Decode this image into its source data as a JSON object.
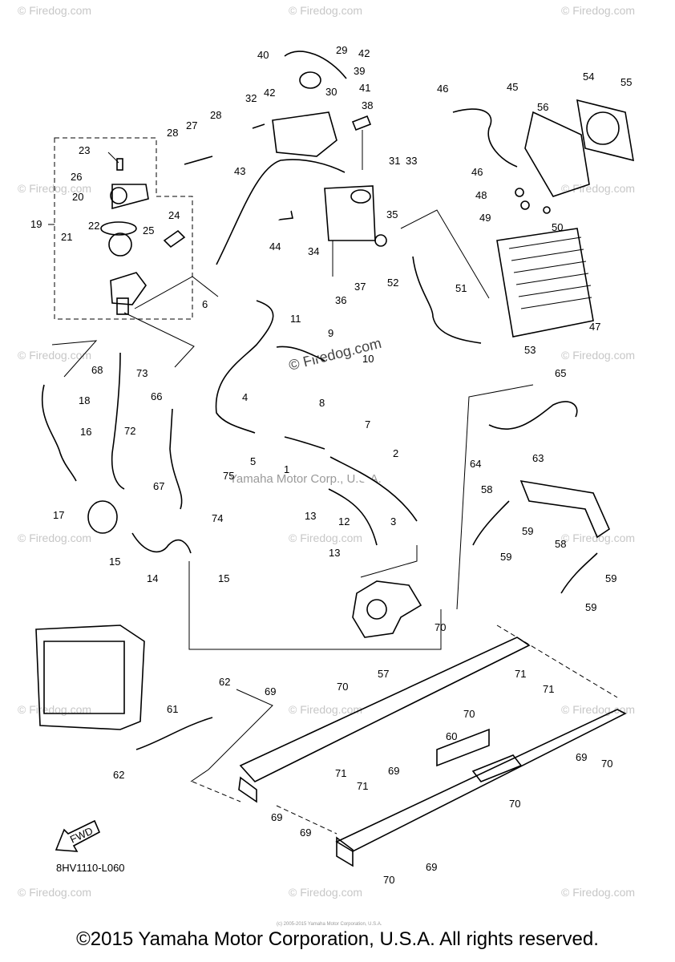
{
  "watermark": {
    "text": "© Firedog.com",
    "center_text": "© Firedog.com"
  },
  "overlay_text": "Yamaha Motor Corp., U.S.A.",
  "diagram_code": "8HV1110-L060",
  "fwd_label": "FWD",
  "fine_print": "(c) 2005-2015 Yamaha Motor Corporation, U.S.A.",
  "copyright": "©2015 Yamaha Motor Corporation, U.S.A. All rights reserved.",
  "callouts": [
    {
      "id": "c1",
      "text": "1"
    },
    {
      "id": "c2",
      "text": "2"
    },
    {
      "id": "c3",
      "text": "3"
    },
    {
      "id": "c4",
      "text": "4"
    },
    {
      "id": "c5",
      "text": "5"
    },
    {
      "id": "c6",
      "text": "6"
    },
    {
      "id": "c7",
      "text": "7"
    },
    {
      "id": "c8",
      "text": "8"
    },
    {
      "id": "c9",
      "text": "9"
    },
    {
      "id": "c10",
      "text": "10"
    },
    {
      "id": "c11",
      "text": "11"
    },
    {
      "id": "c12",
      "text": "12"
    },
    {
      "id": "c13a",
      "text": "13"
    },
    {
      "id": "c13b",
      "text": "13"
    },
    {
      "id": "c14",
      "text": "14"
    },
    {
      "id": "c15a",
      "text": "15"
    },
    {
      "id": "c15b",
      "text": "15"
    },
    {
      "id": "c16",
      "text": "16"
    },
    {
      "id": "c17",
      "text": "17"
    },
    {
      "id": "c18",
      "text": "18"
    },
    {
      "id": "c19",
      "text": "19"
    },
    {
      "id": "c20",
      "text": "20"
    },
    {
      "id": "c21",
      "text": "21"
    },
    {
      "id": "c22",
      "text": "22"
    },
    {
      "id": "c23",
      "text": "23"
    },
    {
      "id": "c24",
      "text": "24"
    },
    {
      "id": "c25",
      "text": "25"
    },
    {
      "id": "c26",
      "text": "26"
    },
    {
      "id": "c27",
      "text": "27"
    },
    {
      "id": "c28a",
      "text": "28"
    },
    {
      "id": "c28b",
      "text": "28"
    },
    {
      "id": "c29",
      "text": "29"
    },
    {
      "id": "c30",
      "text": "30"
    },
    {
      "id": "c31",
      "text": "31"
    },
    {
      "id": "c32",
      "text": "32"
    },
    {
      "id": "c33",
      "text": "33"
    },
    {
      "id": "c34",
      "text": "34"
    },
    {
      "id": "c35",
      "text": "35"
    },
    {
      "id": "c36",
      "text": "36"
    },
    {
      "id": "c37",
      "text": "37"
    },
    {
      "id": "c38",
      "text": "38"
    },
    {
      "id": "c39",
      "text": "39"
    },
    {
      "id": "c40",
      "text": "40"
    },
    {
      "id": "c41",
      "text": "41"
    },
    {
      "id": "c42a",
      "text": "42"
    },
    {
      "id": "c42b",
      "text": "42"
    },
    {
      "id": "c43",
      "text": "43"
    },
    {
      "id": "c44",
      "text": "44"
    },
    {
      "id": "c45",
      "text": "45"
    },
    {
      "id": "c46a",
      "text": "46"
    },
    {
      "id": "c46b",
      "text": "46"
    },
    {
      "id": "c47",
      "text": "47"
    },
    {
      "id": "c48",
      "text": "48"
    },
    {
      "id": "c49",
      "text": "49"
    },
    {
      "id": "c50",
      "text": "50"
    },
    {
      "id": "c51",
      "text": "51"
    },
    {
      "id": "c52",
      "text": "52"
    },
    {
      "id": "c53",
      "text": "53"
    },
    {
      "id": "c54",
      "text": "54"
    },
    {
      "id": "c55",
      "text": "55"
    },
    {
      "id": "c56",
      "text": "56"
    },
    {
      "id": "c57",
      "text": "57"
    },
    {
      "id": "c58a",
      "text": "58"
    },
    {
      "id": "c58b",
      "text": "58"
    },
    {
      "id": "c59a",
      "text": "59"
    },
    {
      "id": "c59b",
      "text": "59"
    },
    {
      "id": "c59c",
      "text": "59"
    },
    {
      "id": "c59d",
      "text": "59"
    },
    {
      "id": "c60",
      "text": "60"
    },
    {
      "id": "c61",
      "text": "61"
    },
    {
      "id": "c62a",
      "text": "62"
    },
    {
      "id": "c62b",
      "text": "62"
    },
    {
      "id": "c63",
      "text": "63"
    },
    {
      "id": "c64",
      "text": "64"
    },
    {
      "id": "c65",
      "text": "65"
    },
    {
      "id": "c66",
      "text": "66"
    },
    {
      "id": "c67",
      "text": "67"
    },
    {
      "id": "c68",
      "text": "68"
    },
    {
      "id": "c69a",
      "text": "69"
    },
    {
      "id": "c69b",
      "text": "69"
    },
    {
      "id": "c69c",
      "text": "69"
    },
    {
      "id": "c69d",
      "text": "69"
    },
    {
      "id": "c69e",
      "text": "69"
    },
    {
      "id": "c69f",
      "text": "69"
    },
    {
      "id": "c70a",
      "text": "70"
    },
    {
      "id": "c70b",
      "text": "70"
    },
    {
      "id": "c70c",
      "text": "70"
    },
    {
      "id": "c70d",
      "text": "70"
    },
    {
      "id": "c70e",
      "text": "70"
    },
    {
      "id": "c70f",
      "text": "70"
    },
    {
      "id": "c71a",
      "text": "71"
    },
    {
      "id": "c71b",
      "text": "71"
    },
    {
      "id": "c71c",
      "text": "71"
    },
    {
      "id": "c71d",
      "text": "71"
    },
    {
      "id": "c72",
      "text": "72"
    },
    {
      "id": "c73",
      "text": "73"
    },
    {
      "id": "c74",
      "text": "74"
    },
    {
      "id": "c75",
      "text": "75"
    }
  ]
}
